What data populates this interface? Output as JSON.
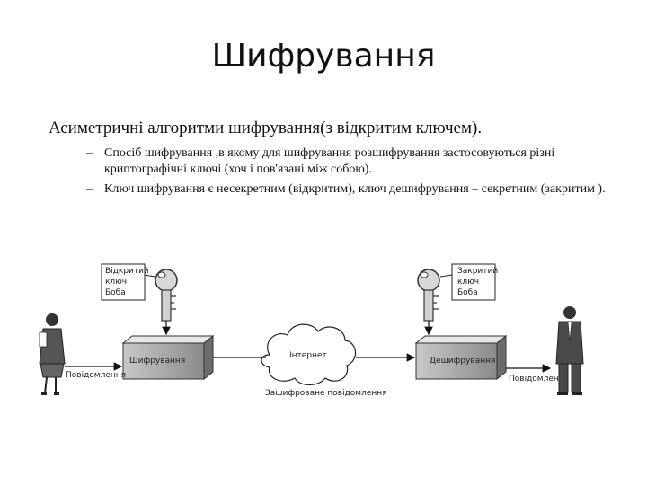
{
  "slide": {
    "title": "Шифрування",
    "bullet": "Асиметричні алгоритми шифрування(з відкритим ключем).",
    "subbullets": [
      {
        "dash": "–",
        "text": "Спосіб шифрування ,в якому для шифрування розшифрування застосовуються різні криптографічні ключі (хоч і пов'язані між собою)."
      },
      {
        "dash": "–",
        "text": "Ключ шифрування є несекретним (відкритим), ключ дешифрування – секретним (закритим )."
      }
    ]
  },
  "diagram": {
    "left_key_label": [
      "Відкритий",
      "ключ",
      "Боба"
    ],
    "right_key_label": [
      "Закритий",
      "ключ",
      "Боба"
    ],
    "encrypt_box": "Шифрування",
    "decrypt_box": "Дешифрування",
    "internet": "Інтернет",
    "left_message": "Повідомлення",
    "right_message": "Повідомлення",
    "encrypted_message": "Зашифроване повідомлення"
  }
}
